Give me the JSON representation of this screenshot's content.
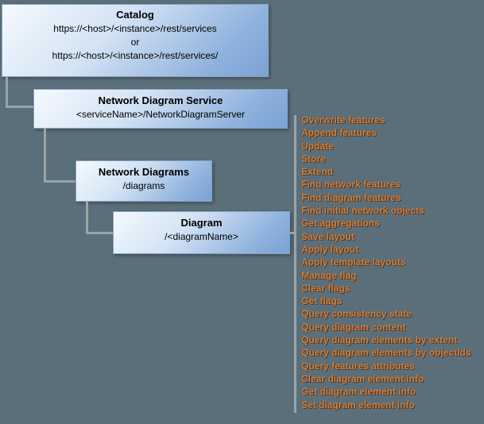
{
  "figure": {
    "name": "Network Diagram Service REST resource hierarchy"
  },
  "colors": {
    "background": "#5b6f7a",
    "box_gradient_top": "#f5fafe",
    "box_gradient_bottom": "#7aa2d4",
    "box_border": "#87a2c2",
    "connector": "#9ca4a4",
    "operation_link": "#d0813f",
    "box_text": "#000000"
  },
  "boxes": {
    "catalog": {
      "title": "Catalog",
      "url1": "https://<host>/<instance>/rest/services",
      "or_label": "or",
      "url2": "https://<host>/<instance>/rest/services/"
    },
    "service": {
      "title": "Network Diagram Service",
      "subtitle": "<serviceName>/NetworkDiagramServer"
    },
    "diagrams": {
      "title": "Network Diagrams",
      "subtitle": "/diagrams"
    },
    "diagram": {
      "title": "Diagram",
      "subtitle": "/<diagramName>"
    }
  },
  "operations": {
    "items": [
      "Overwrite features",
      "Append features",
      "Update",
      "Store",
      "Extend",
      "Find network features",
      "Find diagram features",
      "Find initial network objects",
      "Get aggregations",
      "Save layout",
      "Apply layout",
      "Apply template layouts",
      "Manage flag",
      "Clear flags",
      "Get flags",
      "Query consistency state",
      "Query diagram content",
      "Query diagram elements by extent",
      "Query diagram elements by objectIds",
      "Query features attributes",
      "Clear diagram element info",
      "Get diagram element info",
      "Set diagram element info"
    ]
  }
}
